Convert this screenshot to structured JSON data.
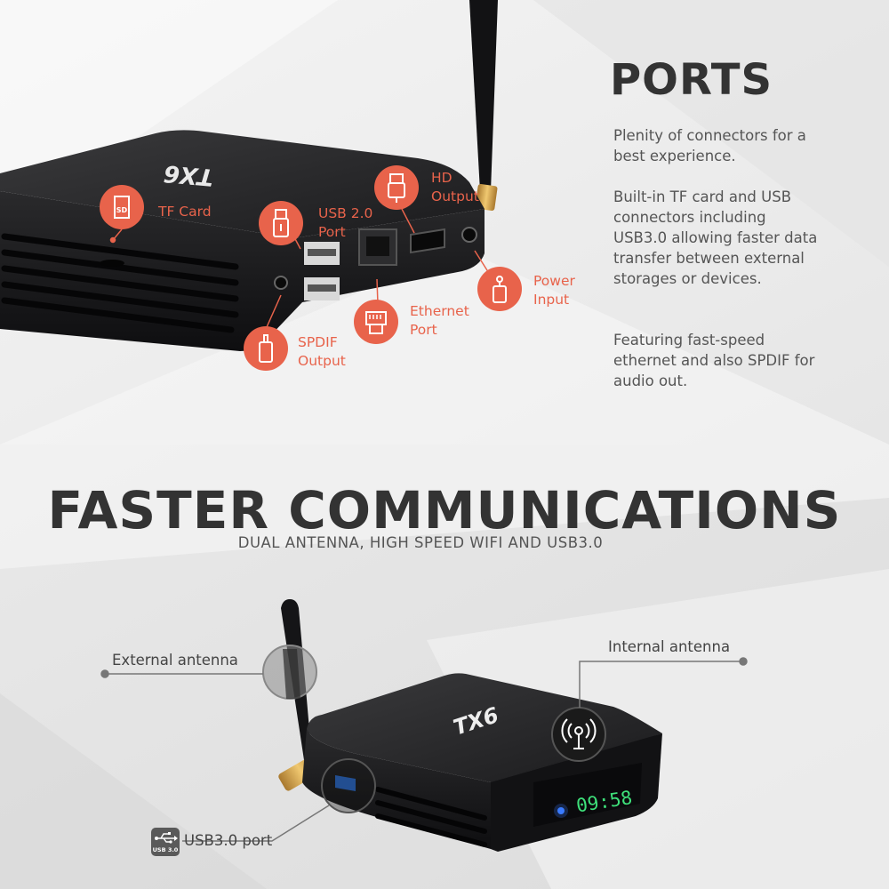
{
  "ports": {
    "title": "PORTS",
    "paragraphs": [
      "Plenity of connectors for a best experience.",
      "Built-in TF card and USB connectors including USB3.0 allowing faster data transfer between external storages or devices.",
      "Featuring fast-speed ethernet and also SPDIF for audio out."
    ],
    "callouts": {
      "tf_card": "TF Card",
      "sd_badge": "SD",
      "usb20_line1": "USB 2.0",
      "usb20_line2": "Port",
      "hd_line1": "HD",
      "hd_line2": "Output",
      "power_line1": "Power",
      "power_line2": "Input",
      "ethernet_line1": "Ethernet",
      "ethernet_line2": "Port",
      "spdif_line1": "SPDIF",
      "spdif_line2": "Output"
    }
  },
  "comms": {
    "title": "FASTER COMMUNICATIONS",
    "subtitle": "DUAL ANTENNA, HIGH SPEED WIFI AND USB3.0",
    "external_antenna": "External antenna",
    "internal_antenna": "Internal antenna",
    "usb30_port": "USB3.0 port",
    "usb30_badge": "USB 3.0",
    "clock": "09:58"
  },
  "device": {
    "logo": "TX6"
  },
  "colors": {
    "accent": "#e8634b",
    "title": "#333333",
    "body_text": "#555555",
    "device": "#1c1c1e",
    "clock_led": "#3ee07a"
  }
}
